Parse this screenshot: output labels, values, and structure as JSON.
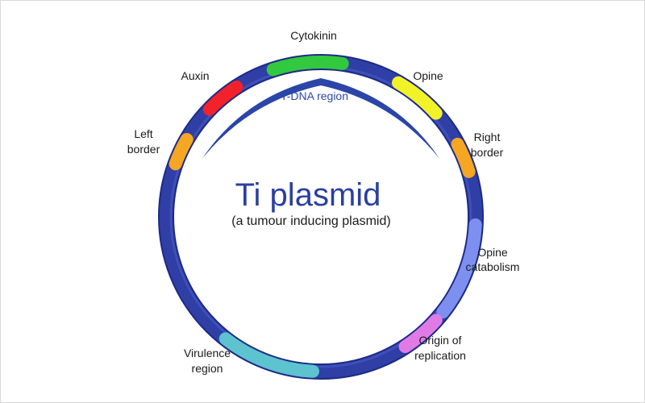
{
  "diagram": {
    "title": "Ti plasmid",
    "subtitle": "(a tumour inducing plasmid)",
    "tdna_label": "T-DNA region",
    "colors": {
      "ring": "#2f3fa6",
      "ring_dark": "#1d2a85",
      "arc": "#2b45a8"
    },
    "regions": {
      "cytokinin": {
        "label": "Cytokinin",
        "color": "#33c93e"
      },
      "auxin": {
        "label": "Auxin",
        "color": "#f2222a"
      },
      "opine": {
        "label": "Opine",
        "color": "#f2f229"
      },
      "left_border": {
        "label_line1": "Left",
        "label_line2": "border",
        "color": "#f5a623"
      },
      "right_border": {
        "label_line1": "Right",
        "label_line2": "border",
        "color": "#f5a623"
      },
      "opine_catabolism": {
        "label_line1": "Opine",
        "label_line2": "catabolism",
        "color": "#7d8fef"
      },
      "origin_of_replication": {
        "label_line1": "Origin of",
        "label_line2": "replication",
        "color": "#e07be6"
      },
      "virulence_region": {
        "label_line1": "Virulence",
        "label_line2": "region",
        "color": "#5cc3cf"
      }
    }
  }
}
